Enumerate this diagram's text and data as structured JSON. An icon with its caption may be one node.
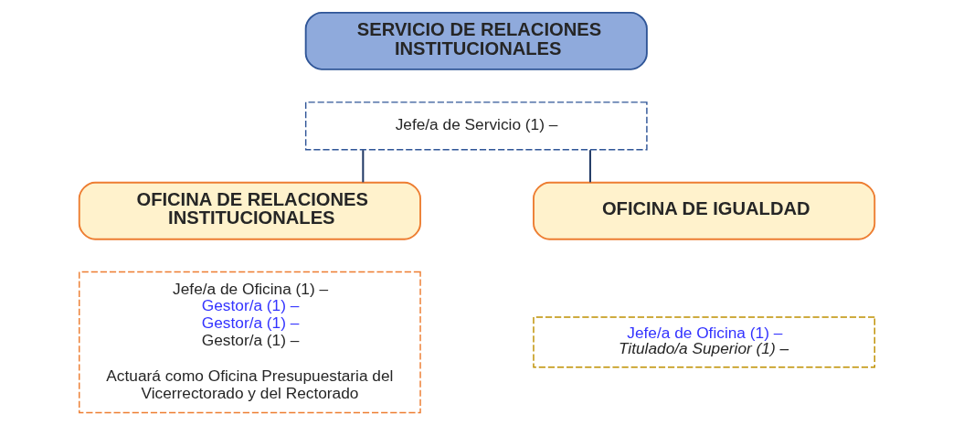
{
  "diagram": {
    "nodes": [
      {
        "text": [
          "SERVICIO DE RELACIONES INSTITUCIONALES"
        ]
      },
      {
        "text": [
          "Jefe/a de Servicio (1) –"
        ]
      },
      {
        "text": [
          "OFICINA DE RELACIONES INSTITUCIONALES"
        ]
      },
      {
        "text": [
          "Jefe/a de Oficina (1) –",
          "Gestor/a (1) –",
          "Gestor/a (1) –",
          "Gestor/a (1) –",
          "Actuará como Oficina Presupuestaria del Vicerrectorado y del Rectorado"
        ]
      },
      {
        "text": [
          "OFICINA DE IGUALDAD"
        ]
      },
      {
        "text": [
          "Jefe/a de Oficina (1) –",
          "Titulado/a Superior (1) –"
        ]
      }
    ],
    "edges": [
      {
        "from": 1,
        "to": 2,
        "arrow": "none"
      },
      {
        "from": 1,
        "to": 4,
        "arrow": "none"
      }
    ]
  }
}
